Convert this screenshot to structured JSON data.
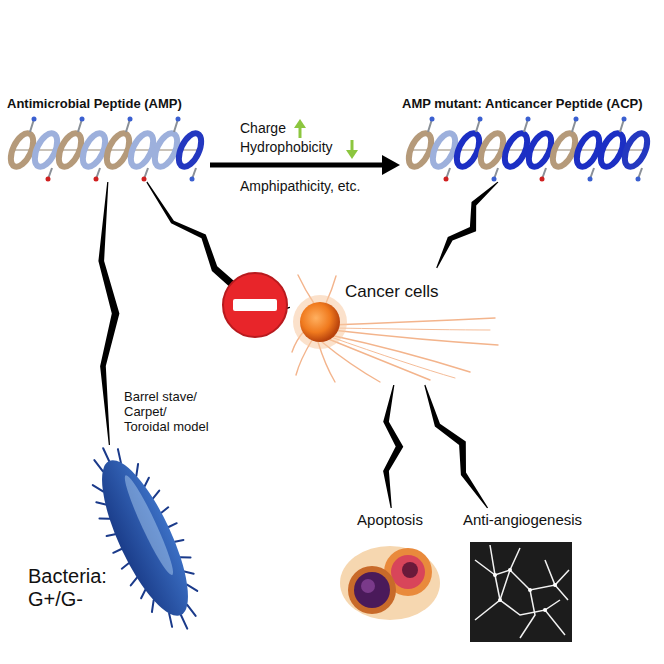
{
  "diagram": {
    "nodes": [
      {
        "text": [
          "Antimicrobial Peptide (AMP)"
        ]
      },
      {
        "text": [
          "AMP mutant: Anticancer Peptide (ACP)"
        ]
      },
      {
        "text": [
          "Bacteria: G+/G-"
        ]
      },
      {
        "text": [
          "Cancer cells"
        ]
      },
      {
        "text": [
          "Apoptosis"
        ]
      },
      {
        "text": [
          "Anti-angiogenesis"
        ]
      }
    ],
    "edges": [
      {
        "from": 0,
        "to": 1,
        "arrow": "to"
      },
      {
        "from": 0,
        "to": 2,
        "arrow": "none",
        "label": "Barrel stave/ Carpet/ Toroidal model"
      },
      {
        "from": 0,
        "to": 3,
        "arrow": "none"
      },
      {
        "from": 1,
        "to": 3,
        "arrow": "none"
      },
      {
        "from": 3,
        "to": 4,
        "arrow": "none"
      },
      {
        "from": 3,
        "to": 5,
        "arrow": "none"
      }
    ],
    "labels": [
      "Charge",
      "Hydrophobicity",
      "Amphipathicity, etc."
    ]
  }
}
